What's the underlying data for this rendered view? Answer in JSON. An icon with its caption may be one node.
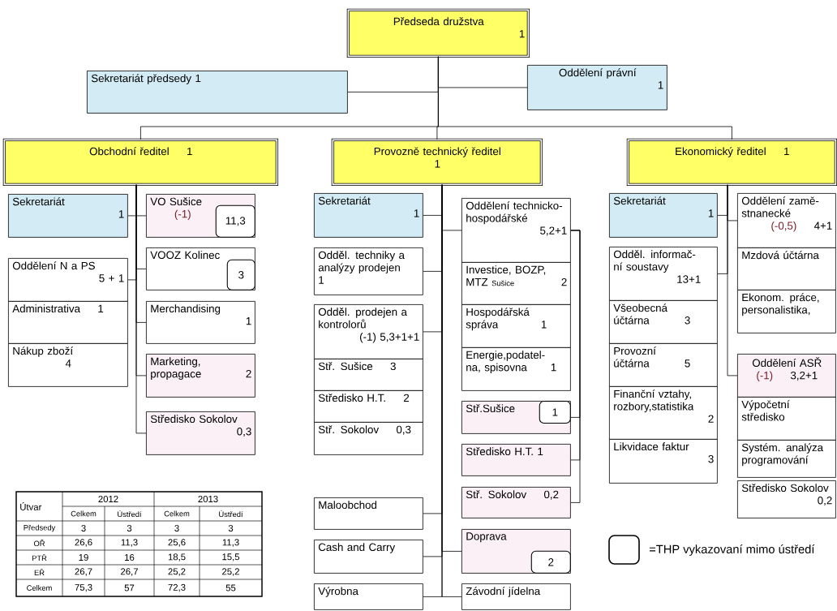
{
  "diagram": {
    "nodes": [
      {
        "text": [
          "Předseda družstva",
          "1"
        ]
      },
      {
        "text": [
          "Sekretariát předsedy 1"
        ]
      },
      {
        "text": [
          "Oddělení právní",
          "1"
        ]
      },
      {
        "text": [
          "Obchodní ředitel",
          "1"
        ]
      },
      {
        "text": [
          "Provozně technický ředitel",
          "1"
        ]
      },
      {
        "text": [
          "Ekonomický ředitel",
          "1"
        ]
      },
      {
        "text": [
          "Sekretariát",
          "1"
        ]
      },
      {
        "text": [
          "VO Sušice",
          "(-1)"
        ]
      },
      {
        "text": [
          "11,3"
        ],
        "in": 7
      },
      {
        "text": [
          "Oddělení N a PS",
          "5 + 1"
        ]
      },
      {
        "text": [
          "Administrativa",
          "1"
        ]
      },
      {
        "text": [
          "Nákup zboží",
          "4"
        ]
      },
      {
        "text": [
          "VOOZ Kolinec"
        ]
      },
      {
        "text": [
          "3"
        ],
        "in": 12
      },
      {
        "text": [
          "Merchandising",
          "1"
        ]
      },
      {
        "text": [
          "Marketing, propagace",
          "2"
        ]
      },
      {
        "text": [
          "Středisko Sokolov",
          "0,3"
        ]
      },
      {
        "text": [
          "Sekretariát",
          "1"
        ]
      },
      {
        "text": [
          "Odděl. techniky a analýzy prodejen",
          "1"
        ]
      },
      {
        "text": [
          "Odděl. prodejen a kontrolorů",
          "(-1) 5,3+1+1"
        ]
      },
      {
        "text": [
          "Stř. Sušice",
          "3"
        ]
      },
      {
        "text": [
          "Středisko H.T.",
          "2"
        ]
      },
      {
        "text": [
          "Stř. Sokolov",
          "0,3"
        ]
      },
      {
        "text": [
          "Maloobchod"
        ]
      },
      {
        "text": [
          "Cash and Carry"
        ]
      },
      {
        "text": [
          "Výrobna"
        ]
      },
      {
        "text": [
          "Oddělení technicko-hospodářské",
          "5,2+1"
        ]
      },
      {
        "text": [
          "Investice, BOZP, MTZ",
          "Sušice",
          "2"
        ]
      },
      {
        "text": [
          "Hospodářská správa",
          "1"
        ]
      },
      {
        "text": [
          "Energie,podatel- na, spisovna",
          "1"
        ]
      },
      {
        "text": [
          "Stř.Sušice"
        ]
      },
      {
        "text": [
          "1"
        ],
        "in": 30
      },
      {
        "text": [
          "Středisko H.T.",
          "1"
        ]
      },
      {
        "text": [
          "Stř. Sokolov",
          "0,2"
        ]
      },
      {
        "text": [
          "Doprava"
        ]
      },
      {
        "text": [
          "2"
        ],
        "in": 34
      },
      {
        "text": [
          "Závodní jídelna"
        ]
      },
      {
        "text": [
          "Sekretariát",
          "1"
        ]
      },
      {
        "text": [
          "Odděl. informač- ní soustavy",
          "13+1"
        ]
      },
      {
        "text": [
          "Všeobecná účtárna",
          "3"
        ]
      },
      {
        "text": [
          "Provozní účtárna",
          "5"
        ]
      },
      {
        "text": [
          "Finanční vztahy, rozbory,statistika",
          "2"
        ]
      },
      {
        "text": [
          "Likvidace faktur",
          "3"
        ]
      },
      {
        "text": [
          "Oddělení zamě- stnanecké",
          "(-0,5)",
          "4+1"
        ]
      },
      {
        "text": [
          "Mzdová účtárna"
        ]
      },
      {
        "text": [
          "Ekonom. práce, personalistika,"
        ]
      },
      {
        "text": [
          "Oddělení ASŘ",
          "(-1)",
          "3,2+1"
        ]
      },
      {
        "text": [
          "Výpočetní středisko"
        ]
      },
      {
        "text": [
          "Systém. analýza programování"
        ]
      },
      {
        "text": [
          "Středisko Sokolov",
          "0,2"
        ]
      }
    ],
    "edges": [
      {
        "from": 0,
        "to": 1,
        "arrow": "none"
      },
      {
        "from": 0,
        "to": 2,
        "arrow": "none"
      },
      {
        "from": 0,
        "to": 3,
        "arrow": "none"
      },
      {
        "from": 0,
        "to": 4,
        "arrow": "none"
      },
      {
        "from": 0,
        "to": 5,
        "arrow": "none"
      },
      {
        "from": 3,
        "to": 6,
        "arrow": "none"
      },
      {
        "from": 3,
        "to": 7,
        "arrow": "none"
      },
      {
        "from": 3,
        "to": 9,
        "arrow": "none"
      },
      {
        "from": 3,
        "to": 12,
        "arrow": "none"
      },
      {
        "from": 3,
        "to": 14,
        "arrow": "none"
      },
      {
        "from": 3,
        "to": 15,
        "arrow": "none"
      },
      {
        "from": 3,
        "to": 16,
        "arrow": "none"
      },
      {
        "from": 4,
        "to": 17,
        "arrow": "none"
      },
      {
        "from": 4,
        "to": 26,
        "arrow": "none"
      },
      {
        "from": 4,
        "to": 18,
        "arrow": "none"
      },
      {
        "from": 4,
        "to": 19,
        "arrow": "none"
      },
      {
        "from": 4,
        "to": 23,
        "arrow": "none"
      },
      {
        "from": 4,
        "to": 24,
        "arrow": "none"
      },
      {
        "from": 4,
        "to": 34,
        "arrow": "none"
      },
      {
        "from": 4,
        "to": 25,
        "arrow": "none"
      },
      {
        "from": 4,
        "to": 36,
        "arrow": "none"
      },
      {
        "from": 26,
        "to": 30,
        "arrow": "none"
      },
      {
        "from": 26,
        "to": 32,
        "arrow": "none"
      },
      {
        "from": 26,
        "to": 33,
        "arrow": "none"
      },
      {
        "from": 5,
        "to": 37,
        "arrow": "none"
      },
      {
        "from": 5,
        "to": 43,
        "arrow": "none"
      },
      {
        "from": 5,
        "to": 38,
        "arrow": "none"
      },
      {
        "from": 5,
        "to": 46,
        "arrow": "none"
      }
    ],
    "labels": [
      "Útvar",
      "2012",
      "2013",
      "Celkem",
      "Ústředí",
      "Celkem",
      "Ústředí",
      "Předsedy",
      "3",
      "3",
      "3",
      "3",
      "OŘ",
      "26,6",
      "11,3",
      "25,6",
      "11,3",
      "PTŘ",
      "19",
      "16",
      "18,5",
      "15,5",
      "EŘ",
      "26,7",
      "26,7",
      "25,2",
      "25,2",
      "Celkem",
      "75,3",
      "57",
      "72,3",
      "55"
    ],
    "legend": [
      {
        "text": "=THP vykazovaní mimo ústředí"
      }
    ]
  }
}
